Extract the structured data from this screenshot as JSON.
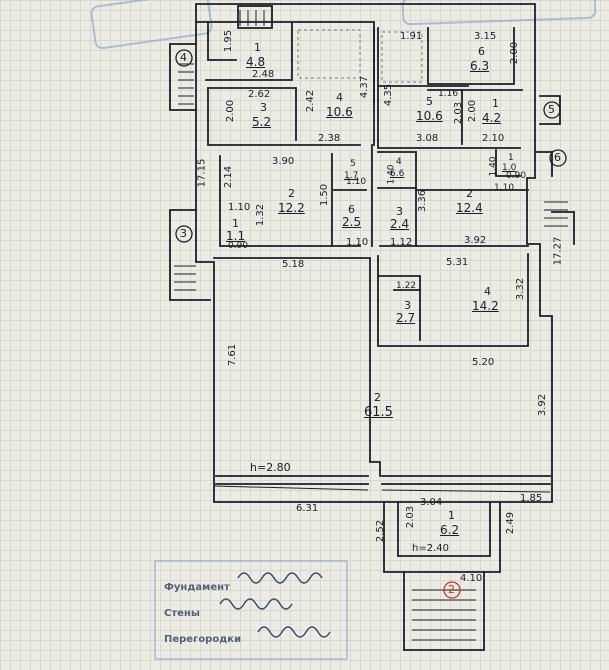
{
  "plan": {
    "rooms": [
      {
        "key": "l-r1",
        "number": "1",
        "area": "4.8"
      },
      {
        "key": "l-r3",
        "number": "3",
        "area": "5.2"
      },
      {
        "key": "l-r4",
        "number": "4",
        "area": "10.6"
      },
      {
        "key": "r-r5",
        "number": "5",
        "area": "10.6"
      },
      {
        "key": "r-r6",
        "number": "6",
        "area": "6.3"
      },
      {
        "key": "r-r1b",
        "number": "1",
        "area": "4.2"
      },
      {
        "key": "m-r2",
        "number": "2",
        "area": "12.2"
      },
      {
        "key": "m-r6",
        "number": "6",
        "area": "2.5"
      },
      {
        "key": "m-r1",
        "number": "1",
        "area": "1.1"
      },
      {
        "key": "m-r5",
        "number": "5",
        "area": "1.7"
      },
      {
        "key": "rc-r4",
        "number": "4",
        "area": "6.6"
      },
      {
        "key": "rc-r3",
        "number": "3",
        "area": "2.4"
      },
      {
        "key": "rc-r2",
        "number": "2",
        "area": "12.4"
      },
      {
        "key": "rc-r1",
        "number": "1",
        "area": "1.0"
      },
      {
        "key": "rb-r4",
        "number": "4",
        "area": "14.2"
      },
      {
        "key": "rb-r3",
        "number": "3",
        "area": "2.7"
      },
      {
        "key": "b-r2",
        "number": "2",
        "area": "61.5"
      },
      {
        "key": "e-r1",
        "number": "1",
        "area": "6.2"
      }
    ],
    "dimensions": [
      "1.95",
      "2.48",
      "2.62",
      "2.42",
      "4.35",
      "1.91",
      "3.15",
      "2.00",
      "4.37",
      "2.38",
      "2.00",
      "1.16",
      "2.03",
      "2.00",
      "3.08",
      "2.10",
      "17.15",
      "3.90",
      "2.14",
      "1.50",
      "1.10",
      "1.32",
      "1.10",
      "0.90",
      "1.10",
      "1.40",
      "3.36",
      "1.12",
      "3.92",
      "1.40",
      "1.10",
      "0.90",
      "5.18",
      "5.31",
      "1.22",
      "3.32",
      "17.27",
      "7.61",
      "5.20",
      "3.92",
      "h=2.80",
      "6.31",
      "3.04",
      "1.85",
      "2.52",
      "2.03",
      "2.49",
      "h=2.40",
      "4.10"
    ],
    "entrances": [
      "4",
      "5",
      "3",
      "6",
      "2"
    ]
  },
  "legend": {
    "foundation_label": "Фундамент",
    "walls_label": "Стены",
    "partitions_label": "Перегородки"
  },
  "colors": {
    "ink": "#1d1f26",
    "stamp": "#8a8fc4",
    "paper": "#ecebe4"
  }
}
